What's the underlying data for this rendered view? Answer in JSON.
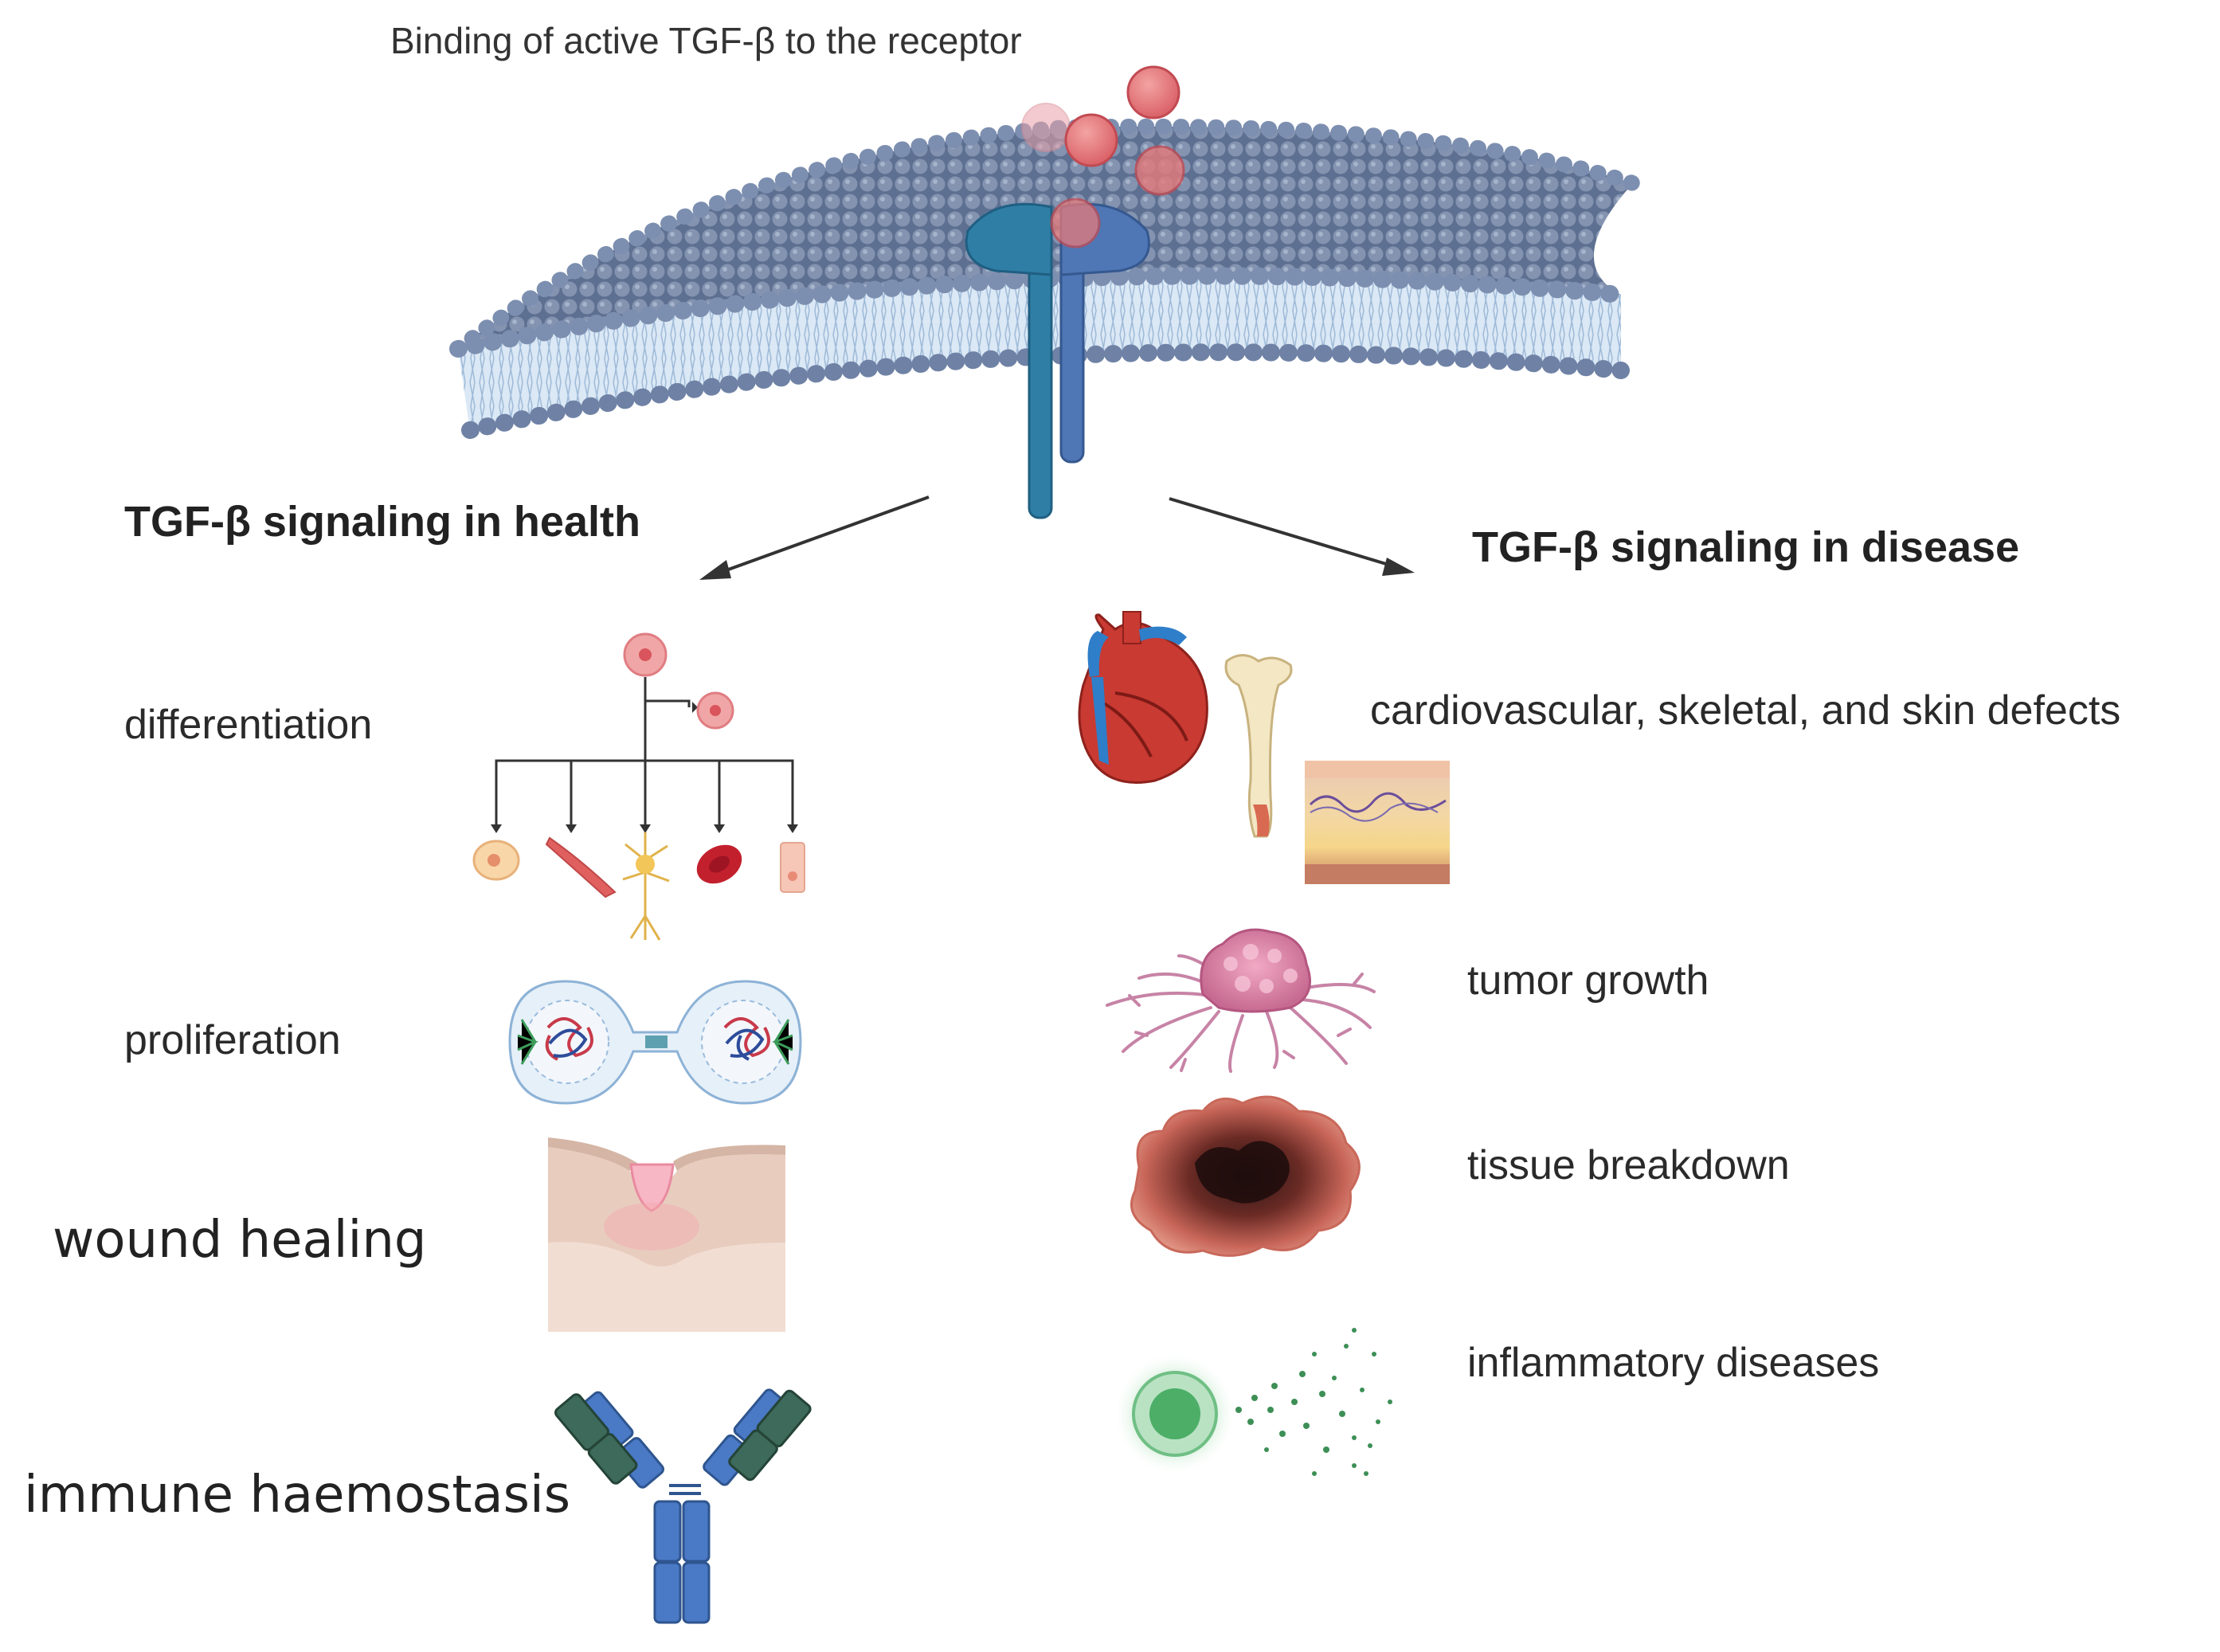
{
  "header": {
    "title": "Binding of active TGF-β to the receptor"
  },
  "health": {
    "heading": "TGF-β signaling in health",
    "items": [
      "differentiation",
      "proliferation",
      "wound healing",
      "immune haemostasis"
    ]
  },
  "disease": {
    "heading": "TGF-β signaling in disease",
    "items": [
      "cardiovascular, skeletal, and skin defects",
      "tumor growth",
      "tissue breakdown",
      "inflammatory diseases"
    ]
  },
  "colors": {
    "membrane_head": "#6d7f9f",
    "membrane_tail": "#c9dcef",
    "receptor_dark": "#2f7ea6",
    "receptor_light": "#4f76b5",
    "ligand": "#e57a7a",
    "arrow": "#333333"
  },
  "icons": [
    "membrane-icon",
    "receptor-icon",
    "ligand-icon",
    "stem-cell-icon",
    "cell-division-icon",
    "skin-wound-icon",
    "antibody-icon",
    "heart-icon",
    "bone-icon",
    "skin-layer-icon",
    "tumor-icon",
    "necrotic-tissue-icon",
    "immune-cell-icon"
  ]
}
